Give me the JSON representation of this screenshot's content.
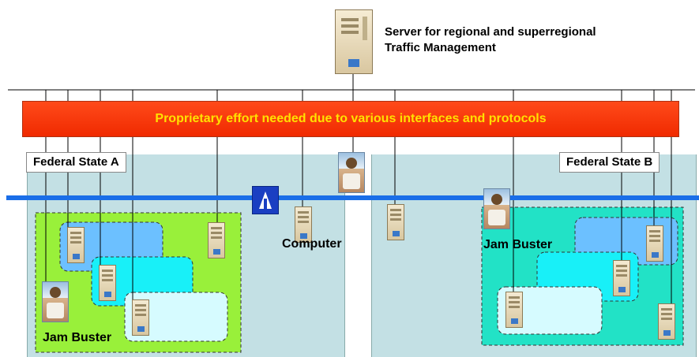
{
  "server": {
    "title_line1": "Server for regional and superregional",
    "title_line2": "Traffic Management",
    "icon": "server-tower-icon"
  },
  "banner": {
    "text": "Proprietary effort needed due to various interfaces and protocols"
  },
  "states": [
    {
      "label": "Federal State A"
    },
    {
      "label": "Federal State B"
    }
  ],
  "labels": {
    "computer": "Computer",
    "jam_buster_left": "Jam Buster",
    "jam_buster_right": "Jam Buster"
  },
  "icons": {
    "computer": "computer-tower-icon",
    "person": "jam-buster-person-icon",
    "motorway": "motorway-sign-icon"
  },
  "colors": {
    "banner_fill": "#f0300a",
    "banner_text": "#ffe100",
    "region_fill": "#c3e0e4",
    "network_bus": "#1a6ee8",
    "zone_left": "#99f03a",
    "zone_right": "#22e2c6"
  }
}
